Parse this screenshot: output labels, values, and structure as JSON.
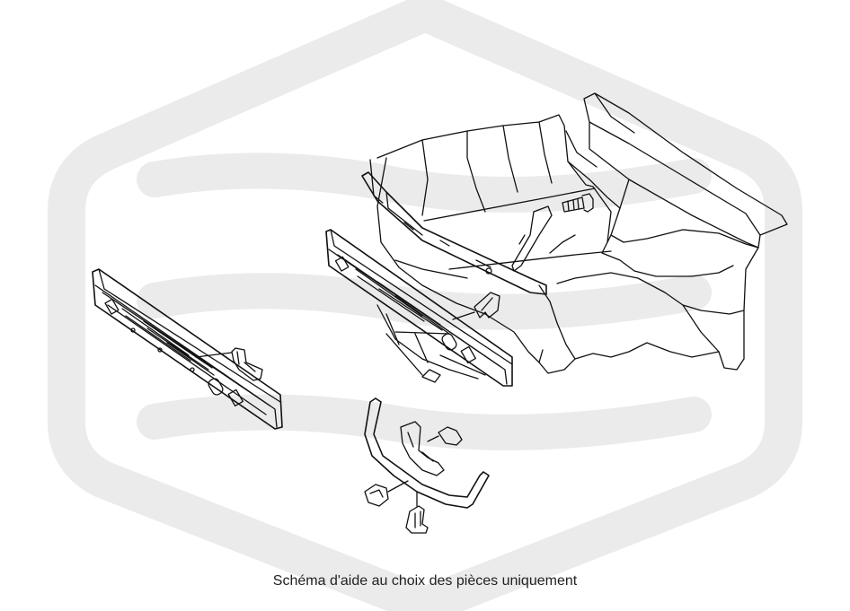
{
  "diagram": {
    "caption": "Schéma d'aide au choix des pièces uniquement",
    "watermark": {
      "name": "hexagon-wave-logo",
      "color": "#ebebeb"
    },
    "line_color": "#111111",
    "parts": [
      {
        "id": "front-panel-detached"
      },
      {
        "id": "front-panel-assembled"
      },
      {
        "id": "upper-crossmember"
      },
      {
        "id": "engine-bay-body"
      },
      {
        "id": "mounting-bracket-left"
      },
      {
        "id": "mounting-bracket-center"
      },
      {
        "id": "bolt"
      },
      {
        "id": "support-rod"
      },
      {
        "id": "bumper-reinforcement-bar"
      },
      {
        "id": "bar-bracket"
      },
      {
        "id": "clip-nut"
      },
      {
        "id": "retaining-clip"
      },
      {
        "id": "push-fastener"
      }
    ]
  }
}
